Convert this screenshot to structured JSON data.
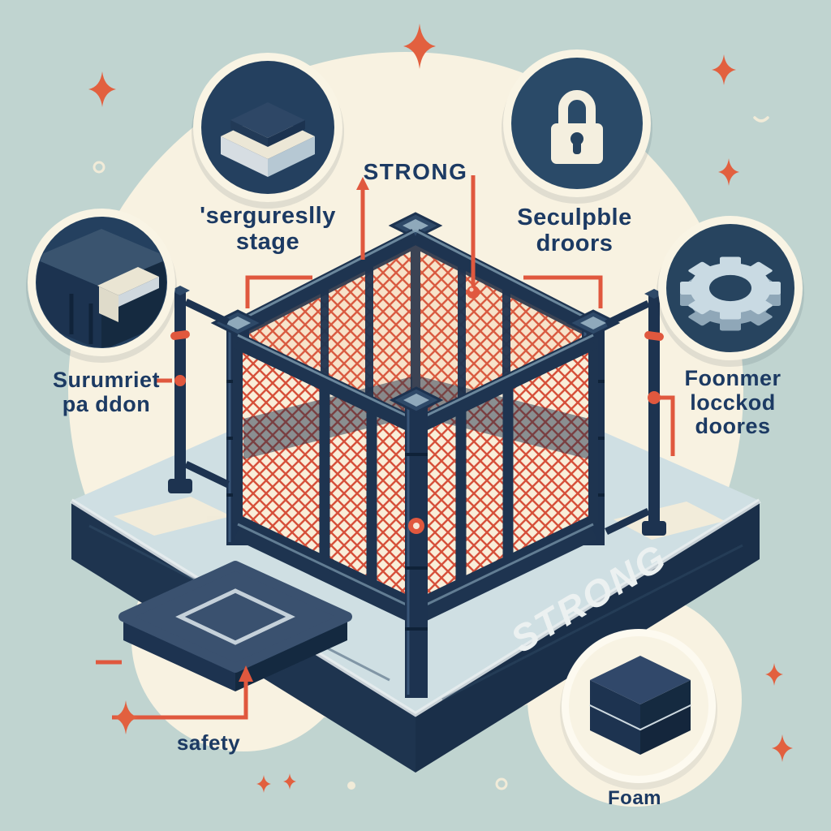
{
  "palette": {
    "background": "#c0d4d0",
    "cream_blob": "#f8f2e1",
    "navy": "#1d3350",
    "navy_mid": "#2c4566",
    "steel_light": "#c5d6e0",
    "accent_red": "#e0583e",
    "mesh_red": "#d6503a",
    "text_navy": "#1c3a63",
    "platform_top": "#cfdfe3",
    "fascia_navy": "#1e344f"
  },
  "labels": {
    "stage_badge": {
      "line1": "'sergureslly",
      "line2": "stage"
    },
    "strong_top": "STRONG",
    "securable_badge": {
      "line1": "Seculpble",
      "line2": "droors"
    },
    "corner_pad_badge": {
      "line1": "Surumriet",
      "line2": "pa ddon"
    },
    "locked_doors_badge": {
      "line1": "Foonmer",
      "line2": "locckod",
      "line3": "doores"
    },
    "safety": "safety",
    "foam": "Foam",
    "platform": "STRONG"
  },
  "icons": {
    "top_left": "stage-pad-icon",
    "top_right": "padlock-icon",
    "mid_left": "corner-pad-icon",
    "mid_right": "gear-icon",
    "bottom_right": "foam-block-icon"
  }
}
